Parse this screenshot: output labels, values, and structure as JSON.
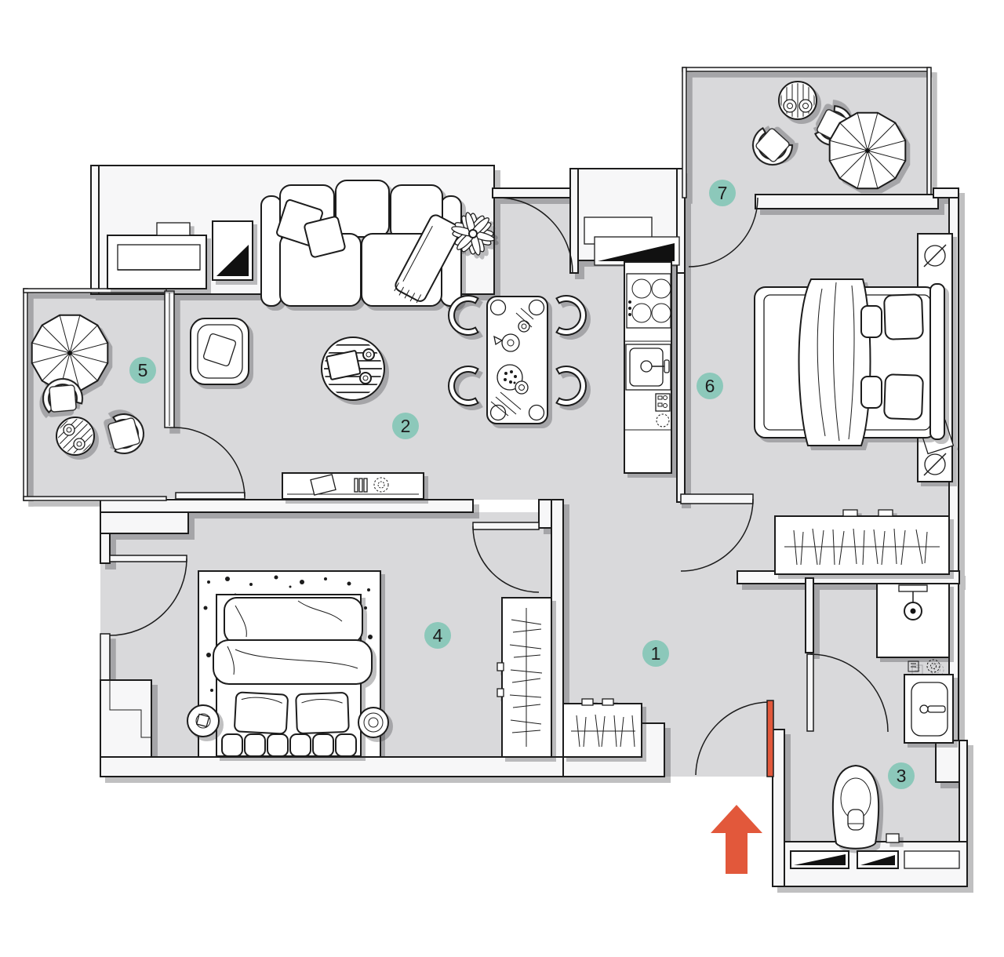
{
  "plan": {
    "type": "apartment-floorplan",
    "rooms": [
      {
        "number": "1",
        "furniture": [
          "tall-wardrobe",
          "small-wardrobe"
        ]
      },
      {
        "number": "2",
        "furniture": [
          "sofa",
          "throw-pillows",
          "blanket-scarf",
          "plant",
          "armchair",
          "coffee-table",
          "dining-table",
          "dining-chairs",
          "sideboard",
          "tv-unit",
          "radiator",
          "kitchen-stove",
          "kitchen-sink",
          "kitchen-cabinet"
        ]
      },
      {
        "number": "3",
        "furniture": [
          "shower",
          "washbasin",
          "toilet",
          "radiator-grilles"
        ]
      },
      {
        "number": "4",
        "furniture": [
          "double-bed",
          "dotted-rug",
          "pillows",
          "round-stool-left",
          "round-stool-right"
        ]
      },
      {
        "number": "5",
        "furniture": [
          "parasol",
          "patio-chair",
          "striped-patio-table",
          "patio-chair"
        ]
      },
      {
        "number": "6",
        "furniture": [
          "double-bed",
          "wardrobe",
          "headboard-panel",
          "sconce-top",
          "sconce-bottom"
        ]
      },
      {
        "number": "7",
        "furniture": [
          "striped-patio-table",
          "patio-chair",
          "patio-chair",
          "parasol"
        ]
      }
    ],
    "entrance": {
      "symbol": "arrow-up"
    }
  },
  "colors": {
    "floor": "#d9d9db",
    "wall": "#f7f7f8",
    "furniture": "#ffffff",
    "line": "#1c1c1c",
    "badge": "#8cc8ba",
    "badge_text": "#1d1d1d",
    "accent": "#e2583b"
  }
}
